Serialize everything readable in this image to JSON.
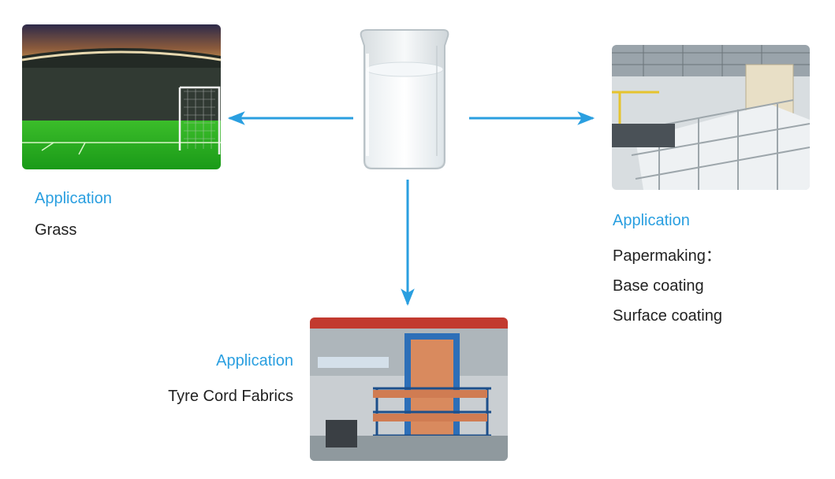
{
  "colors": {
    "accent": "#2a9fe0",
    "text": "#222222",
    "arrow": "#2a9fe0"
  },
  "center": {
    "image": "beaker-of-white-emulsion"
  },
  "left": {
    "image": "football-stadium-grass",
    "heading": "Application",
    "items": [
      "Grass"
    ]
  },
  "right": {
    "image": "papermaking-machine",
    "heading": "Application",
    "items": [
      "Papermaking：",
      "Base coating",
      "Surface coating"
    ]
  },
  "bottom": {
    "image": "tyre-cord-dipping-machine",
    "heading": "Application",
    "items": [
      "Tyre Cord Fabrics"
    ]
  }
}
